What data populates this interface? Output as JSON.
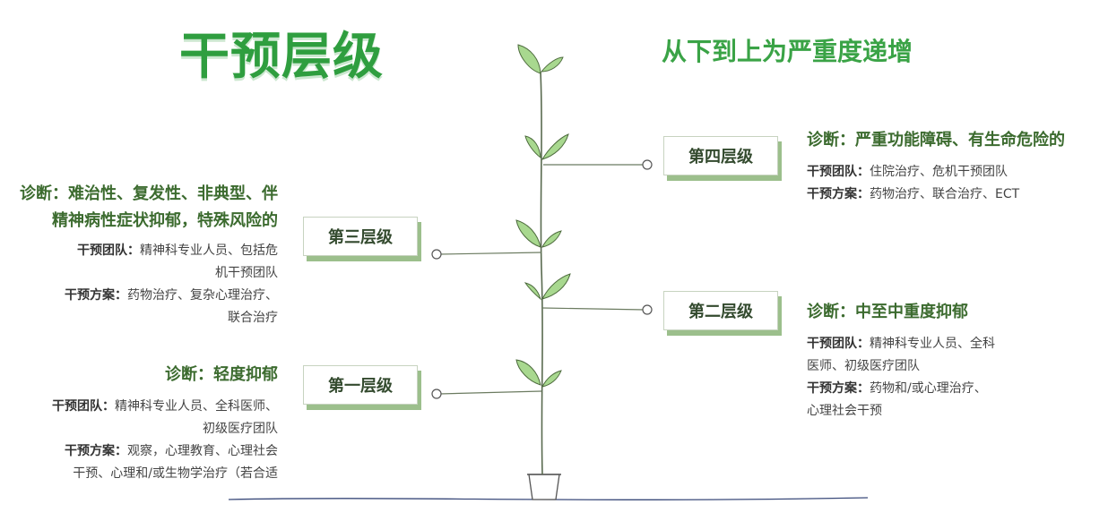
{
  "title": "干预层级",
  "subtitle": "从下到上为严重度递增",
  "levels": {
    "l4": {
      "name": "第四层级",
      "diagnosis": "诊断：严重功能障碍、有生命危险的",
      "team_label": "干预团队：",
      "team": "住院治疗、危机干预团队",
      "plan_label": "干预方案：",
      "plan": "药物治疗、联合治疗、ECT"
    },
    "l3": {
      "name": "第三层级",
      "diagnosis_1": "诊断：难治性、复发性、非典型、伴",
      "diagnosis_2": "精神病性症状抑郁，特殊风险的",
      "team_label": "干预团队：",
      "team_1": "精神科专业人员、包括危",
      "team_2": "机干预团队",
      "plan_label": "干预方案：",
      "plan_1": "药物治疗、复杂心理治疗、",
      "plan_2": "联合治疗"
    },
    "l2": {
      "name": "第二层级",
      "diagnosis": "诊断：中至中重度抑郁",
      "team_label": "干预团队：",
      "team_1": "精神科专业人员、全科",
      "team_2": "医师、初级医疗团队",
      "plan_label": "干预方案：",
      "plan_1": "药物和/或心理治疗、",
      "plan_2": "心理社会干预"
    },
    "l1": {
      "name": "第一层级",
      "diagnosis": "诊断：轻度抑郁",
      "team_label": "干预团队：",
      "team_1": "精神科专业人员、全科医师、",
      "team_2": "初级医疗团队",
      "plan_label": "干预方案：",
      "plan_1": "观察，心理教育、心理社会",
      "plan_2": "干预、心理和/或生物学治疗（若合适"
    }
  }
}
